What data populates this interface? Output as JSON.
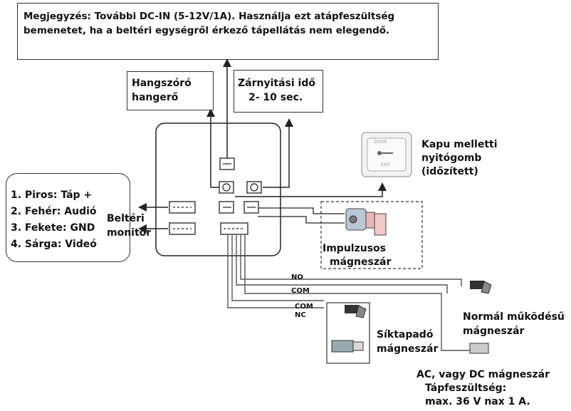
{
  "note": {
    "line1": "Megjegyzés: További DC-IN (5-12V/1A).  Használja ezt atápfeszültség",
    "line2": "bemenetet, ha a beltéri egységről érkező tápellátás nem elegendő."
  },
  "speaker": {
    "line1": "Hangszóró",
    "line2": "hangerő"
  },
  "unlock_time": {
    "line1": "Zárnyitási idő",
    "line2": "2- 10 sec."
  },
  "exit_button": {
    "line1": "Kapu melletti",
    "line2": "nyitógomb",
    "line3": "(időzített)"
  },
  "wires": {
    "w1": "1. Piros: Táp +",
    "w2": "2. Fehér: Audió",
    "w3": "3. Fekete: GND",
    "w4": "4. Sárga: Videó"
  },
  "indoor_monitor": {
    "line1": "Beltéri",
    "line2": "monitor"
  },
  "impulse_lock": {
    "line1": "Impulzusos",
    "line2": "mágneszár"
  },
  "relay": {
    "no": "NO",
    "com1": "COM",
    "com2": "COM",
    "nc": "NC"
  },
  "normal_lock": {
    "line1": "Normál működésű",
    "line2": "mágneszár"
  },
  "flat_lock": {
    "line1": "Síktapadó",
    "line2": "mágneszár"
  },
  "power": {
    "line1": "AC, vagy DC mágneszár",
    "line2": "Tápfeszültség:",
    "line3": "max. 36 V nax 1 A."
  },
  "button_plate": {
    "top": "DOOR",
    "bottom": "EXIT"
  }
}
